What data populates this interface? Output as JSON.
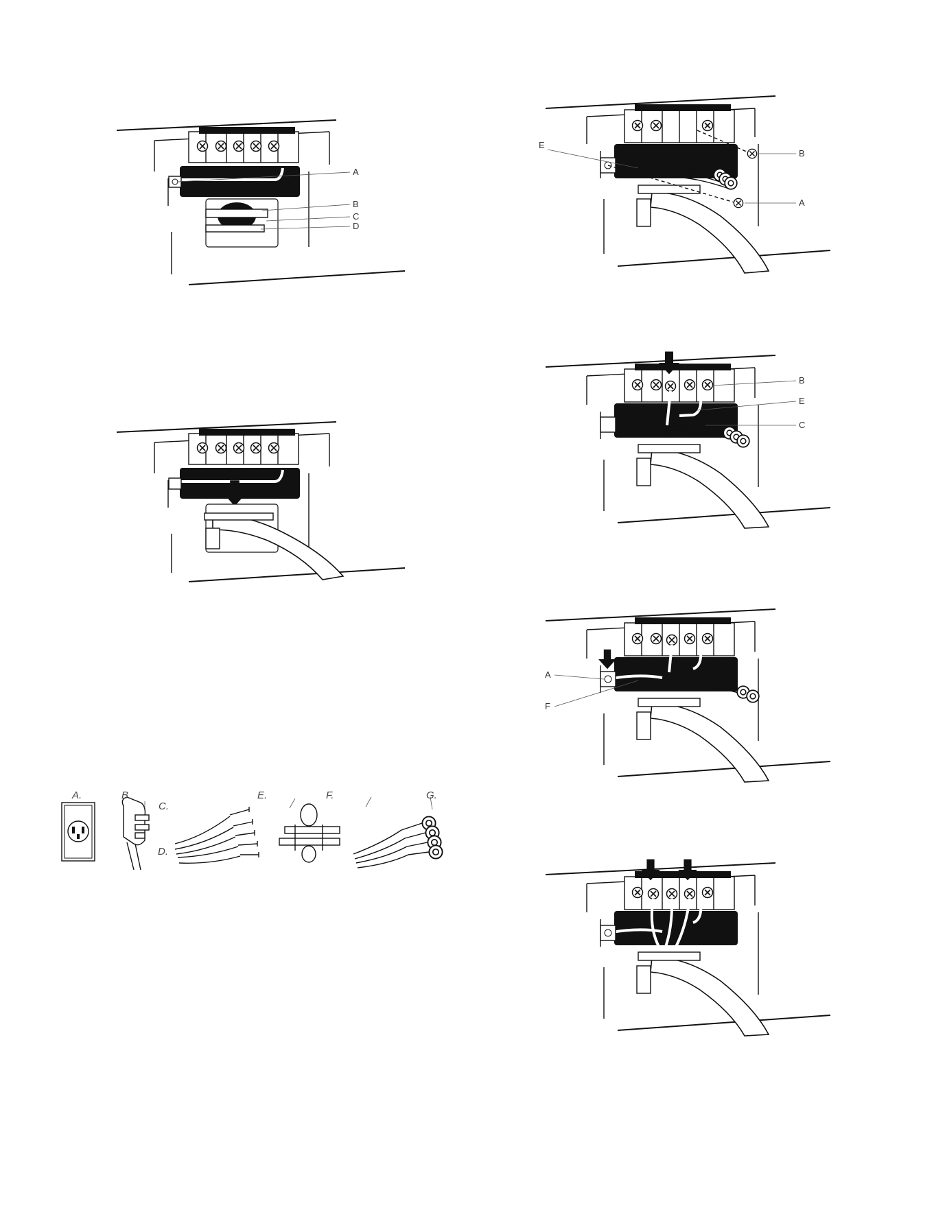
{
  "figures": {
    "fig1": {
      "labels": {
        "a": "A",
        "b": "B",
        "c": "C",
        "d": "D"
      }
    },
    "fig2": {
      "labels": {}
    },
    "fig3": {
      "labels": {
        "a": "A.",
        "b": "B.",
        "c": "C.",
        "d": "D.",
        "e": "E.",
        "f": "F.",
        "g": "G."
      }
    },
    "fig4": {
      "labels": {
        "e": "E",
        "b": "B",
        "a": "A"
      }
    },
    "fig5": {
      "labels": {
        "b": "B",
        "e": "E",
        "c": "C"
      }
    },
    "fig6": {
      "labels": {
        "a": "A",
        "f": "F"
      }
    },
    "fig7": {
      "labels": {}
    }
  },
  "icons": {
    "terminal_screw": "screw-icon",
    "down_arrow": "arrow-down-icon",
    "strain_relief": "strain-relief-clamp-icon",
    "receptacle": "outlet-receptacle-icon",
    "plug": "power-plug-icon",
    "spade_terminal": "spade-terminal-icon",
    "ring_terminal": "ring-terminal-icon"
  },
  "colors": {
    "ink": "#111111",
    "paper": "#ffffff",
    "label": "#333333"
  }
}
